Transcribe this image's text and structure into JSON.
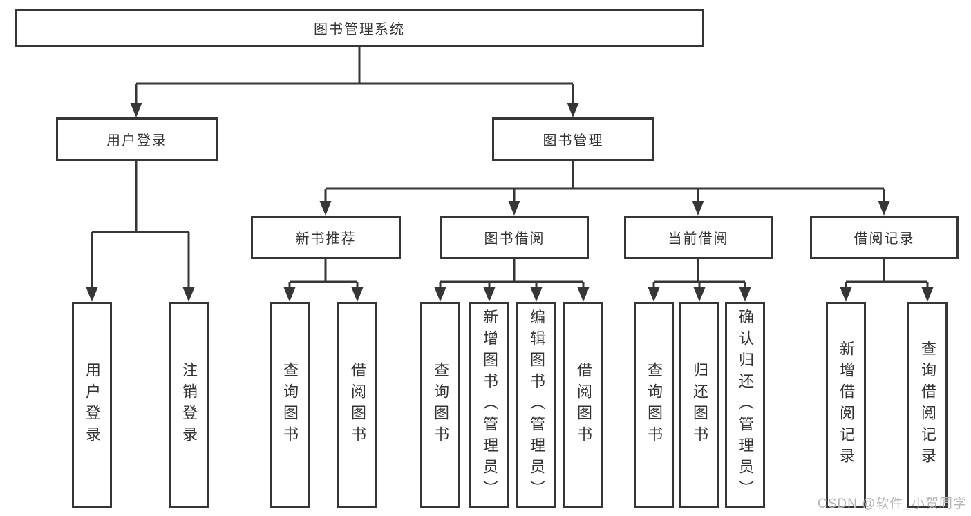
{
  "diagram": {
    "title": "图书管理系统",
    "watermark": "CSDN @软件_小贺同学",
    "colors": {
      "background": "#ffffff",
      "line": "#363636",
      "box_border": "#363636",
      "text": "#333333",
      "watermark": "#b5b5b5"
    },
    "structure": {
      "图书管理系统": [
        "用户登录",
        "图书管理"
      ],
      "用户登录": [
        "用户登录",
        "注销登录"
      ],
      "图书管理": [
        "新书推荐",
        "图书借阅",
        "当前借阅",
        "借阅记录"
      ],
      "新书推荐": [
        "查询图书",
        "借阅图书"
      ],
      "图书借阅": [
        "查询图书",
        "新增图书（管理员）",
        "编辑图书（管理员）",
        "借阅图书"
      ],
      "当前借阅": [
        "查询图书",
        "归还图书",
        "确认归还（管理员）"
      ],
      "借阅记录": [
        "新增借阅记录",
        "查询借阅记录"
      ]
    },
    "nodes": {
      "root": {
        "label": "图书管理系统"
      },
      "user_login": {
        "label": "用户登录"
      },
      "book_mgmt": {
        "label": "图书管理"
      },
      "new_book_rec": {
        "label": "新书推荐"
      },
      "book_borrow": {
        "label": "图书借阅"
      },
      "current_borrow": {
        "label": "当前借阅"
      },
      "borrow_records": {
        "label": "借阅记录"
      },
      "leaf_user_login": {
        "label": "用户登录"
      },
      "leaf_logout": {
        "label": "注销登录"
      },
      "leaf_query_book_1": {
        "label": "查询图书"
      },
      "leaf_borrow_book_1": {
        "label": "借阅图书"
      },
      "leaf_query_book_2": {
        "label": "查询图书"
      },
      "leaf_add_book": {
        "label": "新增图书（管理员）"
      },
      "leaf_edit_book": {
        "label": "编辑图书（管理员）"
      },
      "leaf_borrow_book_2": {
        "label": "借阅图书"
      },
      "leaf_query_book_3": {
        "label": "查询图书"
      },
      "leaf_return_book": {
        "label": "归还图书"
      },
      "leaf_confirm_return": {
        "label": "确认归还（管理员）"
      },
      "leaf_add_record": {
        "label": "新增借阅记录"
      },
      "leaf_query_record": {
        "label": "查询借阅记录"
      }
    }
  }
}
